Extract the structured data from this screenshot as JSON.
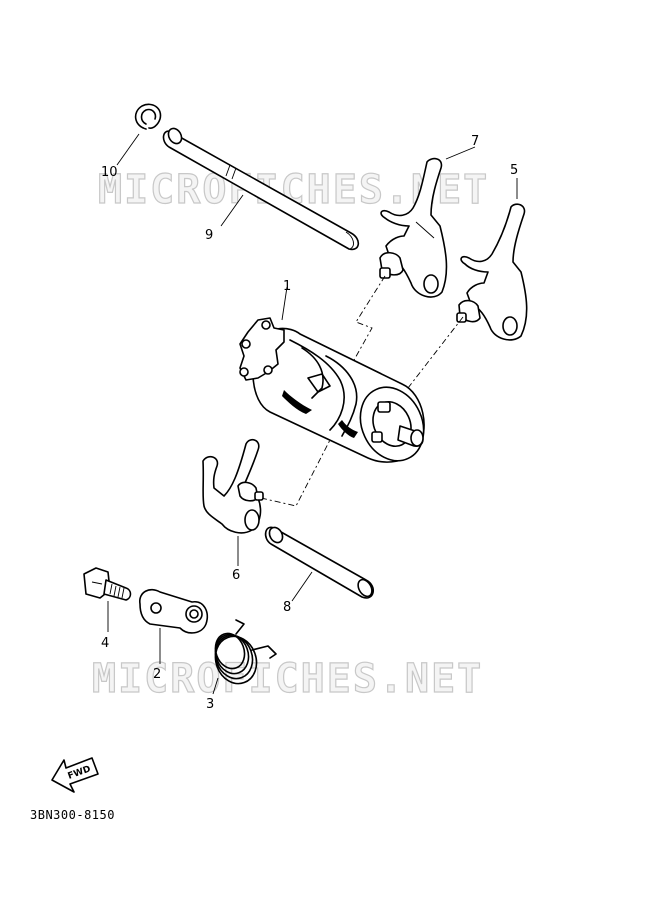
{
  "watermark": "MICROFICHES.NET",
  "diagram_code": "3BN300-8150",
  "fwd_label": "FWD",
  "callouts": {
    "p1": "1",
    "p2": "2",
    "p3": "3",
    "p4": "4",
    "p5": "5",
    "p6": "6",
    "p7": "7",
    "p8": "8",
    "p9": "9",
    "p10": "10"
  }
}
